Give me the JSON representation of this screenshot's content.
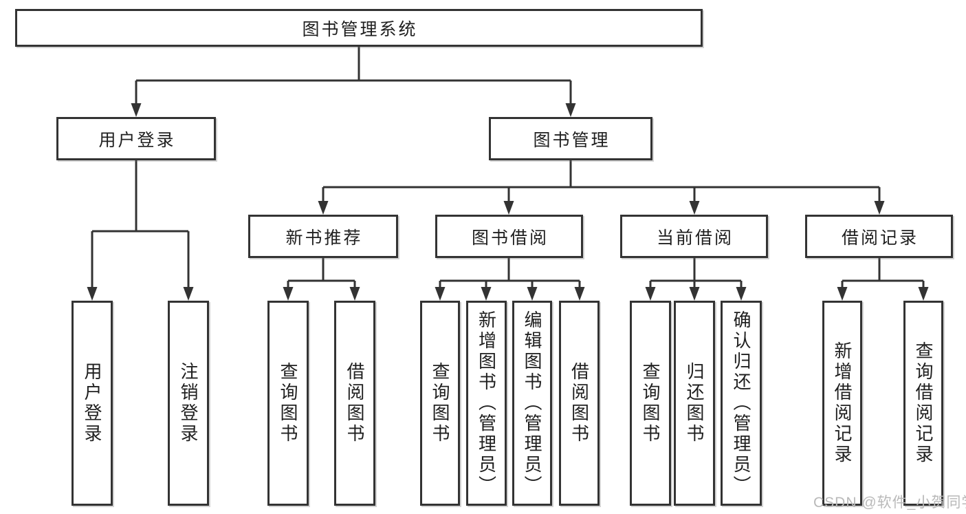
{
  "diagram_type": "hierarchy-tree",
  "tree": {
    "label": "图书管理系统",
    "children": [
      {
        "label": "用户登录",
        "children": [
          {
            "label": "用户登录"
          },
          {
            "label": "注销登录"
          }
        ]
      },
      {
        "label": "图书管理",
        "children": [
          {
            "label": "新书推荐",
            "children": [
              {
                "label": "查询图书"
              },
              {
                "label": "借阅图书"
              }
            ]
          },
          {
            "label": "图书借阅",
            "children": [
              {
                "label": "查询图书"
              },
              {
                "label": "新增图书（管理员）"
              },
              {
                "label": "编辑图书（管理员）"
              },
              {
                "label": "借阅图书"
              }
            ]
          },
          {
            "label": "当前借阅",
            "children": [
              {
                "label": "查询图书"
              },
              {
                "label": "归还图书"
              },
              {
                "label": "确认归还（管理员）"
              }
            ]
          },
          {
            "label": "借阅记录",
            "children": [
              {
                "label": "新增借阅记录"
              },
              {
                "label": "查询借阅记录"
              }
            ]
          }
        ]
      }
    ]
  },
  "watermark": {
    "text": "CSDN @软件_小贺同学",
    "color": "#b9b9b9"
  },
  "colors": {
    "background": "#ffffff",
    "line": "#333333",
    "box_border": "#333333",
    "text": "#1f1f1f"
  }
}
